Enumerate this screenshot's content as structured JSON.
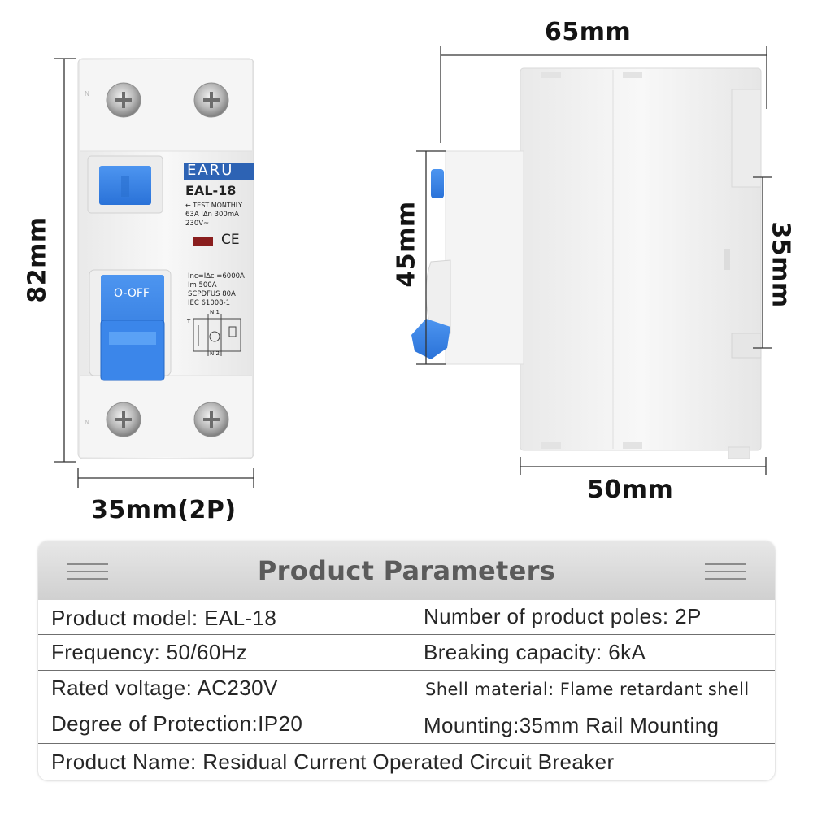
{
  "dimensions": {
    "front_height": "82mm",
    "front_width": "35mm(2P)",
    "side_depth_total": "65mm",
    "side_front_height": "45mm",
    "rail_height": "35mm",
    "side_depth_base": "50mm"
  },
  "device": {
    "brand": "EARU",
    "model": "EAL-18",
    "test_label": "TEST MONTHLY",
    "rating_line": "63A  I∆n 300mA",
    "voltage_line": "230V~",
    "ce_mark": "CE",
    "switch_label": "O-OFF",
    "specs": [
      "Inc=I∆c =6000A",
      "Im 500A",
      "SCPDFUS 80A",
      "IEC 61008-1"
    ],
    "diagram_labels": {
      "top": "N  1",
      "bottom": "N  2",
      "test": "T"
    },
    "terminal_mark": "N",
    "colors": {
      "blue": "#2f7ee0",
      "brand_blue": "#2d63b4",
      "body": "#f2f2f2"
    },
    "icons": [
      "screw-icon",
      "test-button-icon",
      "circuit-diagram-icon",
      "indicator-window-icon",
      "ce-mark-icon"
    ]
  },
  "parameters": {
    "title": "Product Parameters",
    "rows": [
      [
        "Product model: EAL-18",
        "Number of product poles: 2P"
      ],
      [
        "Frequency: 50/60Hz",
        "Breaking capacity: 6kA"
      ],
      [
        "Rated voltage: AC230V",
        "Shell material: Flame retardant shell"
      ],
      [
        "Degree of Protection:IP20",
        "Mounting:35mm Rail Mounting"
      ]
    ],
    "full_row": "Product Name: Residual Current Operated Circuit Breaker"
  }
}
